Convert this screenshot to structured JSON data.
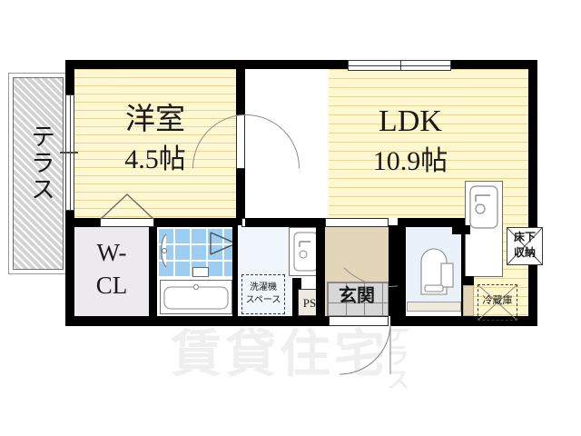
{
  "plan": {
    "type": "japanese-apartment-floor-plan",
    "watermark": "賃貸住宅"
  },
  "rooms": {
    "terrace": {
      "label": "テラス",
      "name": "terrace"
    },
    "bedroom": {
      "label": "洋室",
      "size": "4.5帖",
      "name": "western-room"
    },
    "wcl": {
      "label": "W-",
      "label2": "CL",
      "name": "walk-in-closet"
    },
    "ldk": {
      "label": "LDK",
      "size": "10.9帖",
      "name": "living-dining-kitchen"
    },
    "genkan": {
      "label": "玄関",
      "name": "entrance"
    },
    "ps": {
      "label": "PS",
      "name": "pipe-space"
    }
  },
  "fixtures": {
    "washer": {
      "label_line1": "洗濯機",
      "label_line2": "スペース",
      "name": "washing-machine-space"
    },
    "underfloor": {
      "label_line1": "床下",
      "label_line2": "収納",
      "name": "under-floor-storage"
    },
    "fridge": {
      "label": "冷蔵庫",
      "name": "refrigerator-space"
    },
    "bathtub": {
      "name": "bathtub"
    },
    "toilet": {
      "name": "toilet"
    },
    "kitchen": {
      "name": "kitchen-sink"
    },
    "vanity": {
      "name": "vanity-sink"
    }
  },
  "colors": {
    "wall": "#000000",
    "floor_yellow": "#fdf7d2",
    "floor_hall": "#e3d6b8",
    "tile_blue": "#9ecdf2",
    "terrace": "#d2d2d2",
    "toilet_floor": "#e9f2fb",
    "wcl_floor": "#ece9ef",
    "genkan": "#d7d7d7",
    "watermark": "#efefef"
  }
}
